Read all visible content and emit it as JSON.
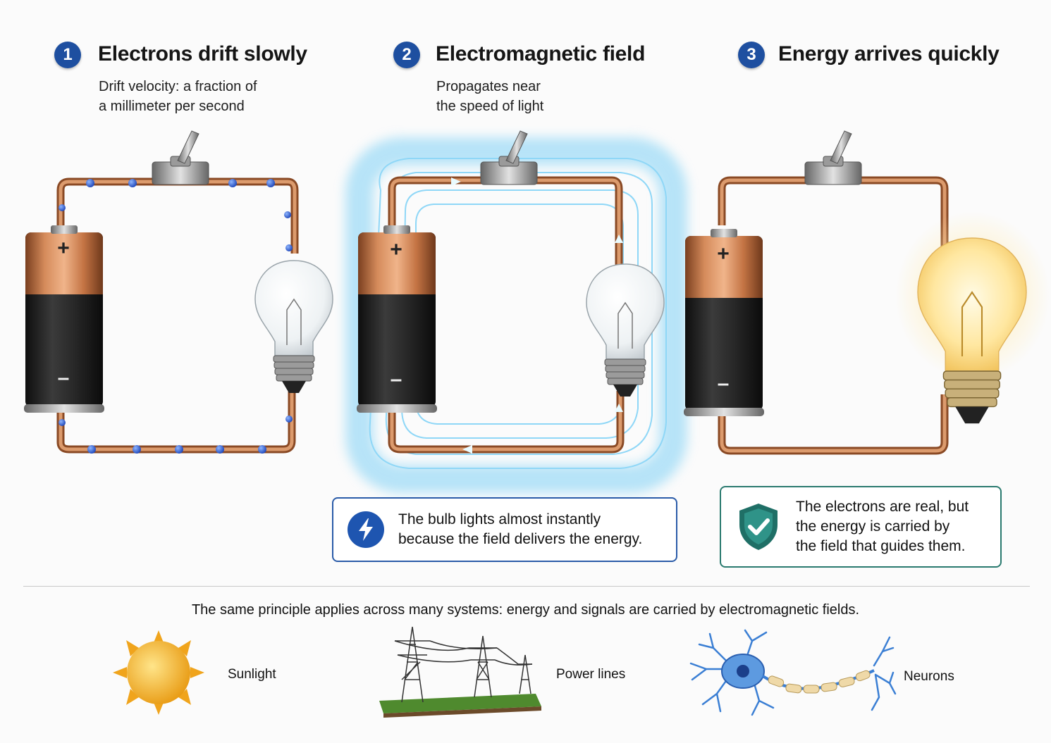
{
  "steps": [
    {
      "number": "1",
      "title": "Electrons drift slowly",
      "subtitle_lines": [
        "Drift velocity: a fraction of",
        "a millimeter per second"
      ]
    },
    {
      "number": "2",
      "title": "Electromagnetic field",
      "subtitle_lines": [
        "Propagates near",
        "the speed of light"
      ]
    },
    {
      "number": "3",
      "title": "Energy arrives quickly",
      "subtitle_lines": []
    }
  ],
  "callouts": [
    {
      "icon": "lightning-bolt-icon",
      "lines": [
        "The bulb lights almost instantly",
        "because the field delivers the energy."
      ],
      "border_color": "#2a5ba8"
    },
    {
      "icon": "shield-check-icon",
      "lines": [
        "The electrons are real, but",
        "the energy is carried by",
        "the field that guides them."
      ],
      "border_color": "#2a7a6f"
    }
  ],
  "battery_symbols": {
    "plus": "+",
    "minus": "–"
  },
  "principle": "The same principle applies across many systems: energy and signals are  carried by electromagnetic fields.",
  "examples": [
    {
      "icon": "sun-icon",
      "label": "Sunlight"
    },
    {
      "icon": "power-lines-icon",
      "label": "Power lines"
    },
    {
      "icon": "neuron-icon",
      "label": "Neurons"
    }
  ],
  "colors": {
    "step_badge": "#1e4fa0",
    "copper": "#c27a4a",
    "field_glow": "#7fd0f5",
    "electron": "#1f54c4",
    "bulb_glow": "#ffd56a"
  }
}
